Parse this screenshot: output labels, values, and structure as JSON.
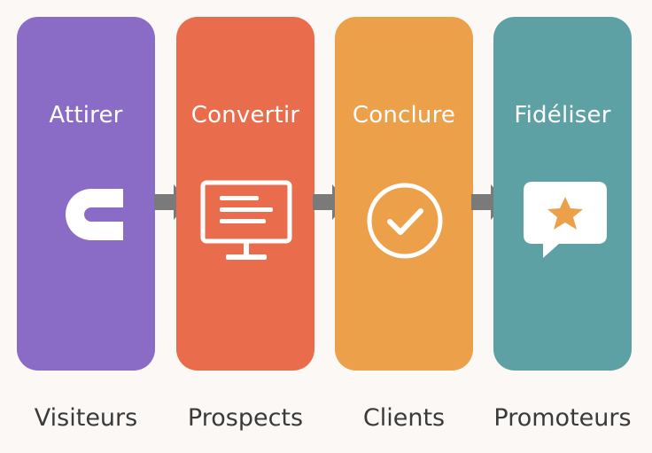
{
  "stages": [
    {
      "title": "Attirer",
      "label": "Visiteurs",
      "color": "#8a6cc6",
      "icon": "magnet-icon"
    },
    {
      "title": "Convertir",
      "label": "Prospects",
      "color": "#e96d4c",
      "icon": "monitor-form-icon"
    },
    {
      "title": "Conclure",
      "label": "Clients",
      "color": "#eca04a",
      "icon": "check-circle-icon"
    },
    {
      "title": "Fidéliser",
      "label": "Promoteurs",
      "color": "#5ea1a5",
      "icon": "star-chat-bubble-icon"
    }
  ],
  "arrow_color": "#7a7a7a",
  "star_color": "#eca04a"
}
